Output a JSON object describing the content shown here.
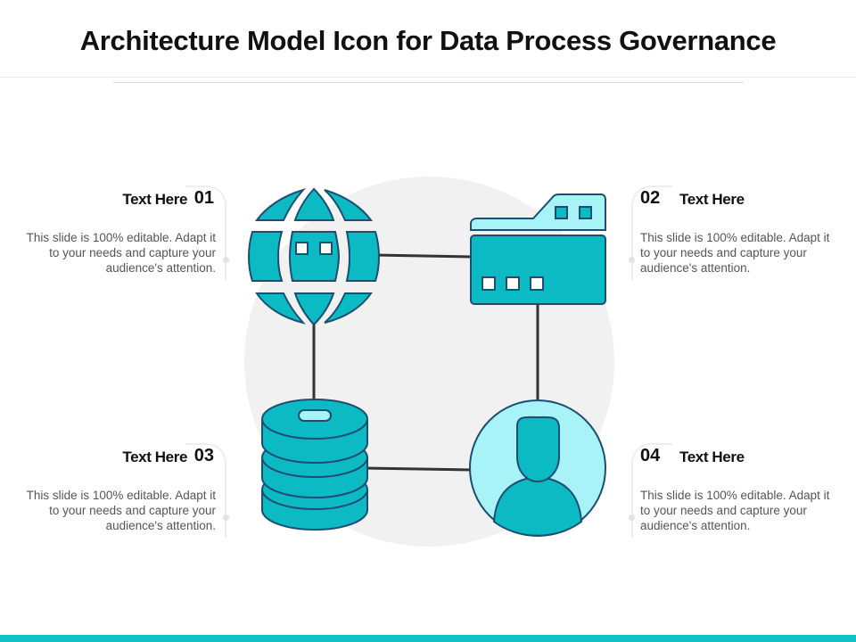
{
  "title": "Architecture Model Icon for Data Process Governance",
  "colors": {
    "teal": "#0bbac2",
    "teal_light": "#a7f3f7",
    "outline": "#1d4e72",
    "connector": "#333333",
    "background_circle": "#f1f1f1",
    "accent_bar": "#12c1c6"
  },
  "steps": [
    {
      "number": "01",
      "heading": "Text Here",
      "description": "This slide is 100% editable. Adapt it to your needs and capture your audience's attention.",
      "icon": "globe-icon"
    },
    {
      "number": "02",
      "heading": "Text Here",
      "description": "This slide is 100% editable. Adapt it to your needs and capture your audience's attention.",
      "icon": "folder-icon"
    },
    {
      "number": "03",
      "heading": "Text Here",
      "description": "This slide is 100% editable. Adapt it to your needs and capture your audience's attention.",
      "icon": "database-icon"
    },
    {
      "number": "04",
      "heading": "Text Here",
      "description": "This slide is 100% editable. Adapt it to your needs and capture your audience's attention.",
      "icon": "user-icon"
    }
  ]
}
